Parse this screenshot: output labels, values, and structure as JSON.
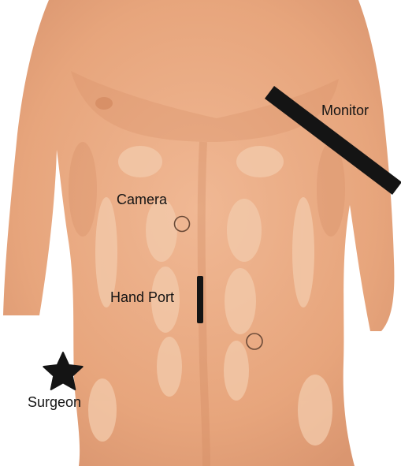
{
  "labels": {
    "monitor": "Monitor",
    "camera": "Camera",
    "hand_port": "Hand Port",
    "surgeon": "Surgeon"
  },
  "colors": {
    "skin": "#E7A57C",
    "skin_light": "#F2C6A5",
    "skin_shadow": "#CF8B63",
    "marker": "#141414",
    "port_outline": "#6B4A37"
  },
  "icons": {
    "surgeon": "star-icon",
    "camera": "port-circle-icon",
    "hand_port": "incision-line-icon",
    "accessory": "port-circle-icon",
    "monitor": "monitor-bar-icon"
  }
}
